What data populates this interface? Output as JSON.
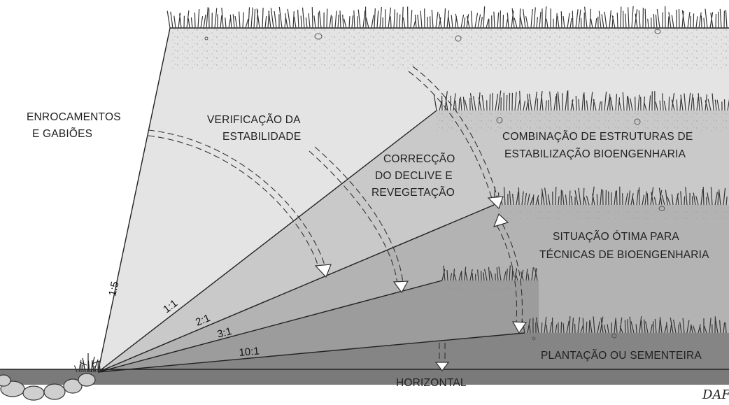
{
  "labels": {
    "enrocamentos_line1": "ENROCAMENTOS",
    "enrocamentos_line2": "E GABIÕES",
    "verificacao_line1": "VERIFICAÇÃO DA",
    "verificacao_line2": "ESTABILIDADE",
    "correccao_line1": "CORRECÇÃO",
    "correccao_line2": "DO DECLIVE E",
    "correccao_line3": "REVEGETAÇÃO",
    "combinacao_line1": "COMBINAÇÃO DE ESTRUTURAS DE",
    "combinacao_line2": "ESTABILIZAÇÃO BIOENGENHARIA",
    "situacao_line1": "SITUAÇÃO ÓTIMA PARA",
    "situacao_line2": "TÉCNICAS DE BIOENGENHARIA",
    "plantacao": "PLANTAÇÃO OU SEMENTEIRA",
    "horizontal": "HORIZONTAL"
  },
  "ratios": {
    "r1_5": "1:5",
    "r1_1": "1:1",
    "r2_1": "2:1",
    "r3_1": "3:1",
    "r10_1": "10:1"
  },
  "signature": "DAF",
  "colors": {
    "zone_steep": "#e4e4e4",
    "zone_1_1": "#c9c9c9",
    "zone_2_1": "#b3b3b3",
    "zone_3_1": "#9c9c9c",
    "zone_10_1": "#858585",
    "ground_band": "#7a7a7a",
    "soil_top": "#d8d8d8",
    "grass": "#333333"
  }
}
